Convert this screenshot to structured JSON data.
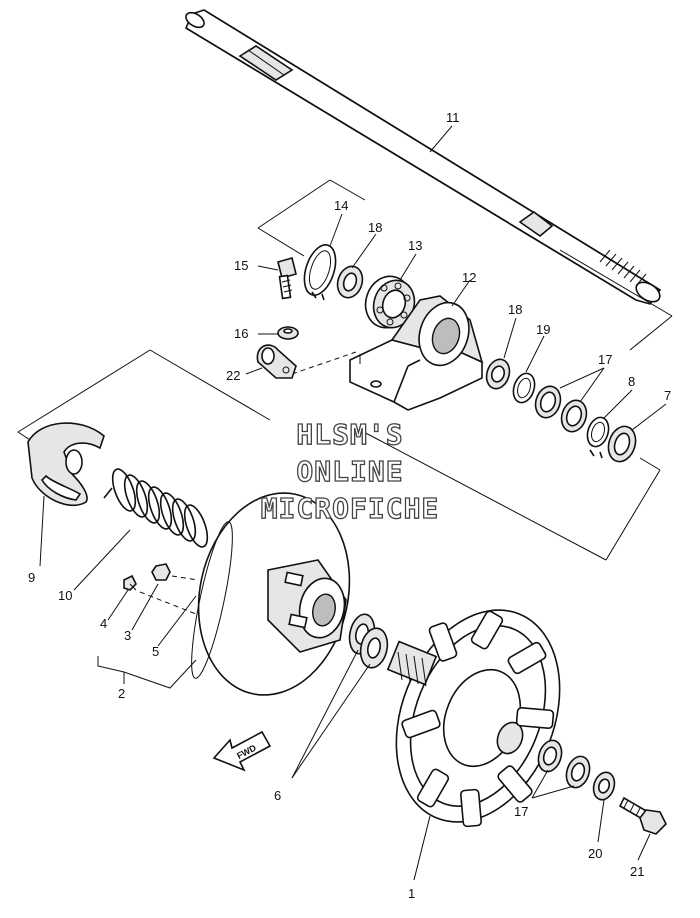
{
  "watermark": {
    "line1": "HLSM'S",
    "line2": "ONLINE",
    "line3": "MICROFICHE"
  },
  "fwd_label": "FWD",
  "callouts": {
    "c1": "1",
    "c2": "2",
    "c3": "3",
    "c4": "4",
    "c5": "5",
    "c6": "6",
    "c7": "7",
    "c8": "8",
    "c9": "9",
    "c10": "10",
    "c11": "11",
    "c12": "12",
    "c13": "13",
    "c14": "14",
    "c15": "15",
    "c16": "16",
    "c17a": "17",
    "c17b": "17",
    "c18a": "18",
    "c18b": "18",
    "c19": "19",
    "c20": "20",
    "c21": "21",
    "c22": "22"
  }
}
